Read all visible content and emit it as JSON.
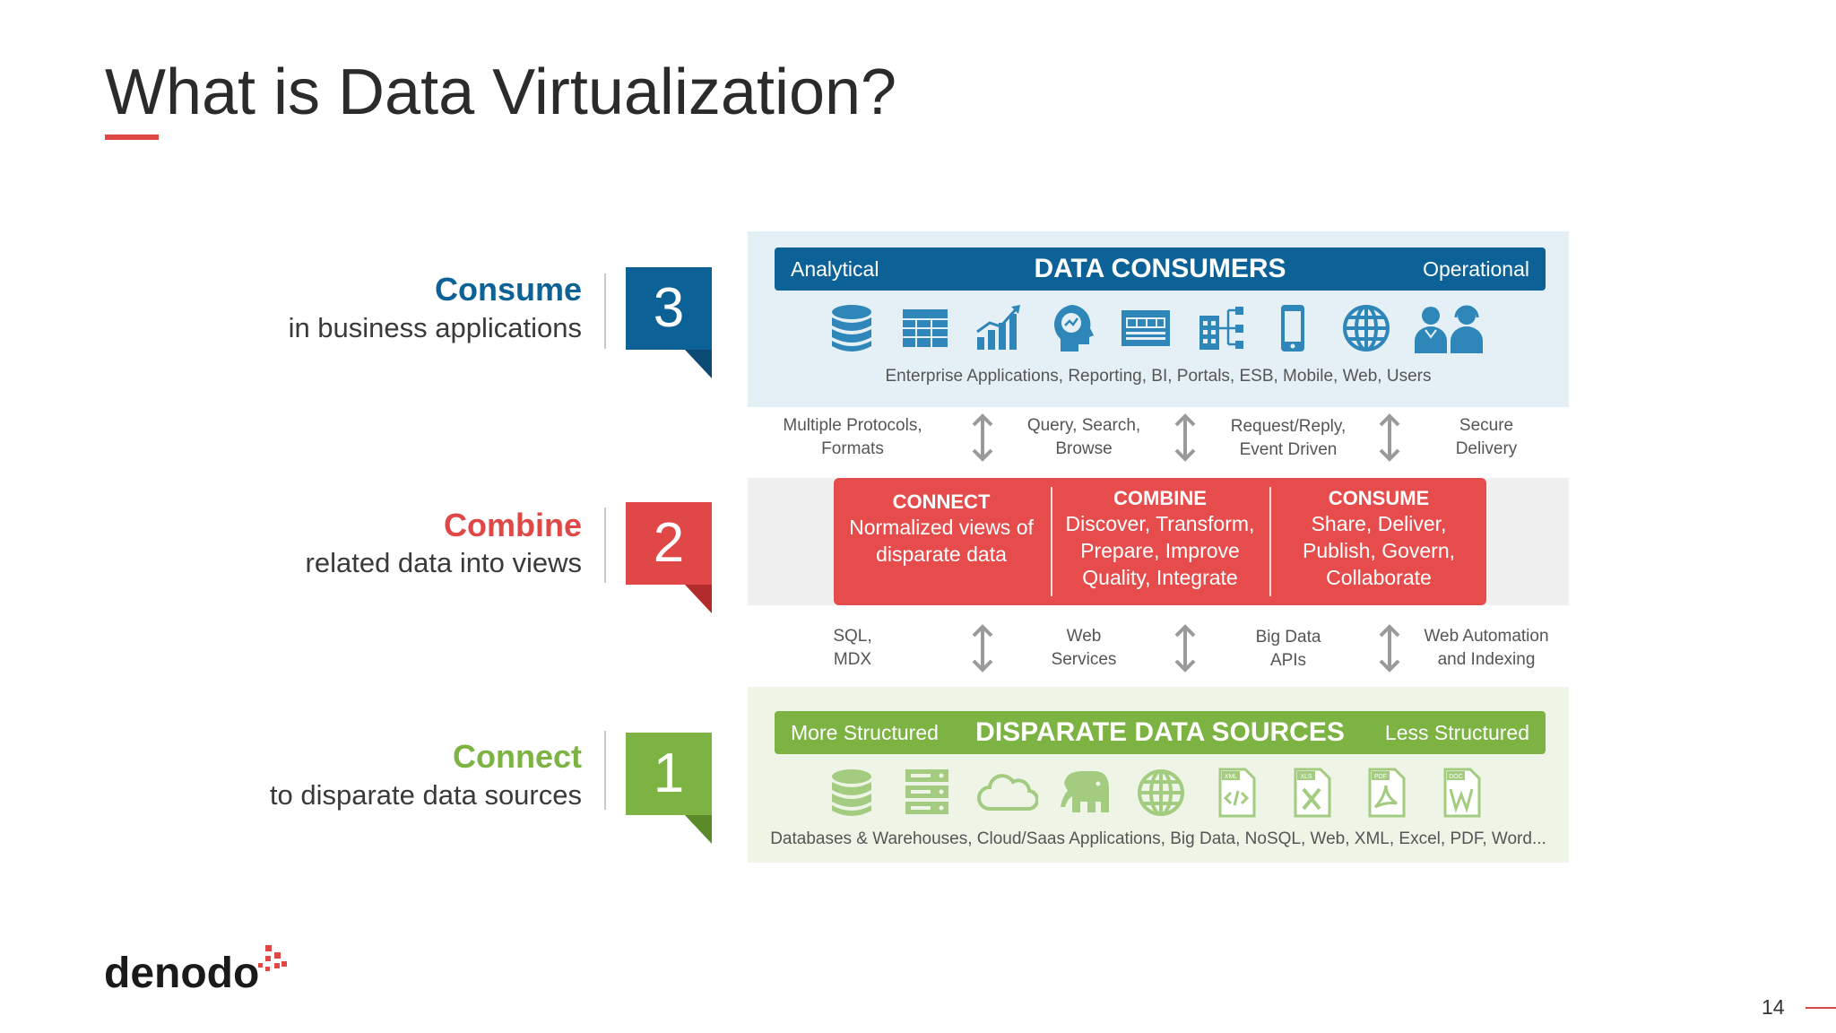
{
  "title": "What is Data Virtualization?",
  "steps": [
    {
      "number": "3",
      "heading": "Consume",
      "subtext": "in business applications",
      "color": "#0c6296"
    },
    {
      "number": "2",
      "heading": "Combine",
      "subtext": "related data into views",
      "color": "#e04848"
    },
    {
      "number": "1",
      "heading": "Connect",
      "subtext": "to disparate data sources",
      "color": "#7cb342"
    }
  ],
  "consumers": {
    "left": "Analytical",
    "center": "DATA CONSUMERS",
    "right": "Operational",
    "bar_color": "#0c6296",
    "panel_color": "#e5f0f6",
    "icons": [
      "database-icon",
      "spreadsheet-icon",
      "bar-chart-icon",
      "analytics-head-icon",
      "portal-icon",
      "org-chart-icon",
      "mobile-icon",
      "globe-icon",
      "users-icon"
    ],
    "caption": "Enterprise Applications, Reporting, BI, Portals, ESB, Mobile, Web, Users"
  },
  "upper_protocols": [
    {
      "line1": "Multiple Protocols,",
      "line2": "Formats"
    },
    {
      "line1": "Query, Search,",
      "line2": "Browse"
    },
    {
      "line1": "Request/Reply,",
      "line2": "Event Driven"
    },
    {
      "line1": "Secure",
      "line2": "Delivery"
    }
  ],
  "process": [
    {
      "heading": "CONNECT",
      "lines": [
        "Normalized views of",
        "disparate data"
      ]
    },
    {
      "heading": "COMBINE",
      "lines": [
        "Discover, Transform,",
        "Prepare, Improve",
        "Quality, Integrate"
      ]
    },
    {
      "heading": "CONSUME",
      "lines": [
        "Share, Deliver,",
        "Publish, Govern,",
        "Collaborate"
      ]
    }
  ],
  "lower_protocols": [
    {
      "line1": "SQL,",
      "line2": "MDX"
    },
    {
      "line1": "Web",
      "line2": "Services"
    },
    {
      "line1": "Big Data",
      "line2": "APIs"
    },
    {
      "line1": "Web Automation",
      "line2": "and Indexing"
    }
  ],
  "sources": {
    "left": "More Structured",
    "center": "DISPARATE DATA SOURCES",
    "right": "Less Structured",
    "bar_color": "#7cb342",
    "panel_color": "#eef5e6",
    "icons": [
      "database-icon",
      "server-icon",
      "cloud-icon",
      "hadoop-elephant-icon",
      "globe-icon",
      "xml-file-icon",
      "excel-file-icon",
      "pdf-file-icon",
      "word-file-icon"
    ],
    "caption": "Databases & Warehouses, Cloud/Saas Applications, Big Data, NoSQL, Web, XML, Excel, PDF, Word..."
  },
  "file_labels": {
    "xml": "XML",
    "xls": "XLS",
    "pdf": "PDF",
    "doc": "DOC"
  },
  "logo": "denodo",
  "page_number": "14"
}
